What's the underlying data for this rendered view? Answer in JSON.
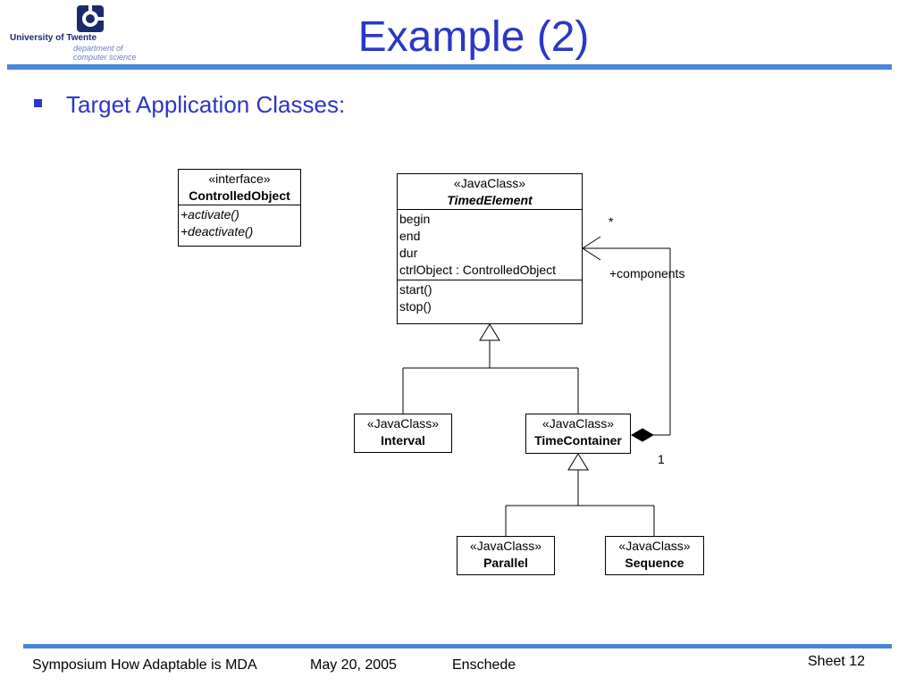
{
  "header": {
    "logo_university": "University of Twente",
    "logo_department_line1": "department of",
    "logo_department_line2": "computer science",
    "title": "Example (2)"
  },
  "content": {
    "bullet_text": "Target Application Classes:"
  },
  "diagram": {
    "controlled_object": {
      "stereotype": "«interface»",
      "name": "ControlledObject",
      "operations": [
        "+activate()",
        "+deactivate()"
      ]
    },
    "timed_element": {
      "stereotype": "«JavaClass»",
      "name": "TimedElement",
      "attributes": [
        "begin",
        "end",
        "dur",
        "ctrlObject : ControlledObject"
      ],
      "operations": [
        "start()",
        "stop()"
      ]
    },
    "interval": {
      "stereotype": "«JavaClass»",
      "name": "Interval"
    },
    "time_container": {
      "stereotype": "«JavaClass»",
      "name": "TimeContainer"
    },
    "parallel": {
      "stereotype": "«JavaClass»",
      "name": "Parallel"
    },
    "sequence": {
      "stereotype": "«JavaClass»",
      "name": "Sequence"
    },
    "association": {
      "multiplicity_many": "*",
      "role": "+components",
      "multiplicity_one": "1"
    }
  },
  "footer": {
    "event": "Symposium How Adaptable is MDA",
    "date": "May 20, 2005",
    "place": "Enschede",
    "sheet": "Sheet 12"
  },
  "colors": {
    "title_blue": "#2b36c8",
    "rule_blue": "#4a86d9",
    "logo_navy": "#1a2a6c"
  }
}
